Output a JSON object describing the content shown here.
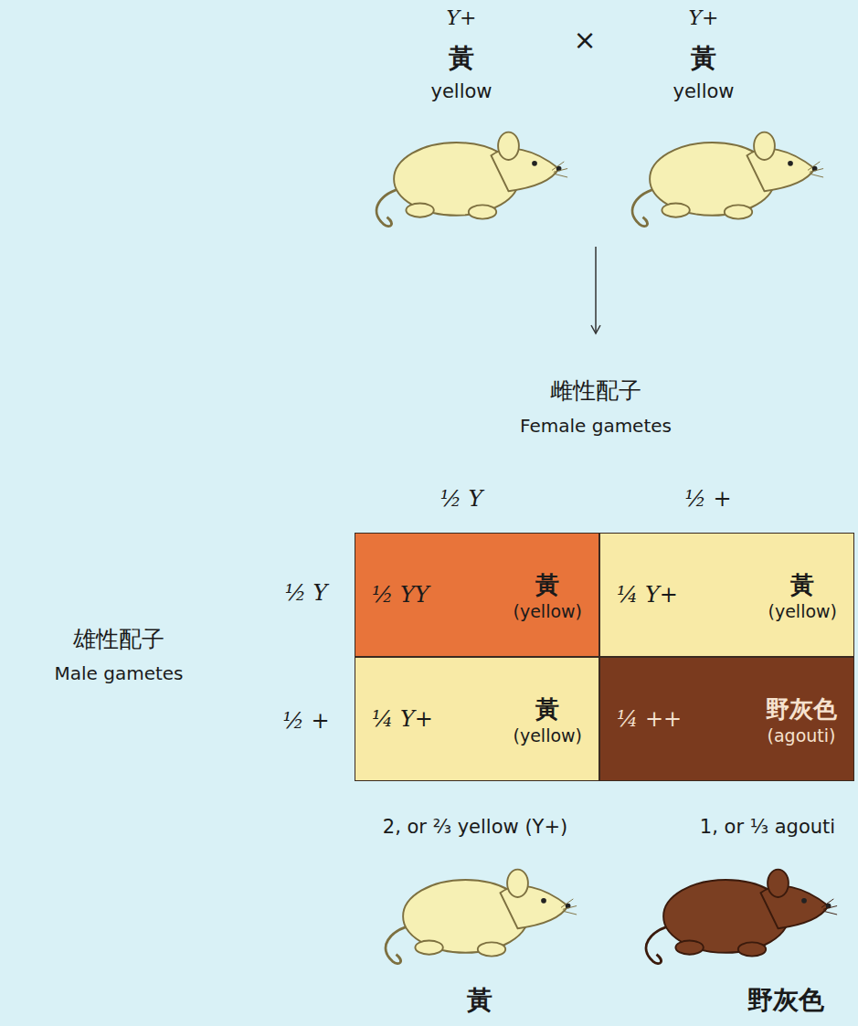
{
  "diagram": {
    "nodes": [
      {
        "text": [
          "½ YY",
          "黃",
          "(yellow)"
        ]
      },
      {
        "text": [
          "¼ Y+",
          "黃",
          "(yellow)"
        ]
      },
      {
        "text": [
          "¼ Y+",
          "黃",
          "(yellow)"
        ]
      },
      {
        "text": [
          "¼ ++",
          "野灰色",
          "(agouti)"
        ]
      }
    ],
    "labels": [
      "Y+",
      "黃",
      "yellow",
      "×",
      "Y+",
      "黃",
      "yellow",
      "雌性配子",
      "Female gametes",
      "½ Y",
      "½ +",
      "雄性配子",
      "Male gametes",
      "½ Y",
      "½ +",
      "2, or ⅔ yellow (Y+)",
      "1, or ⅓ agouti",
      "黃",
      "野灰色"
    ]
  }
}
